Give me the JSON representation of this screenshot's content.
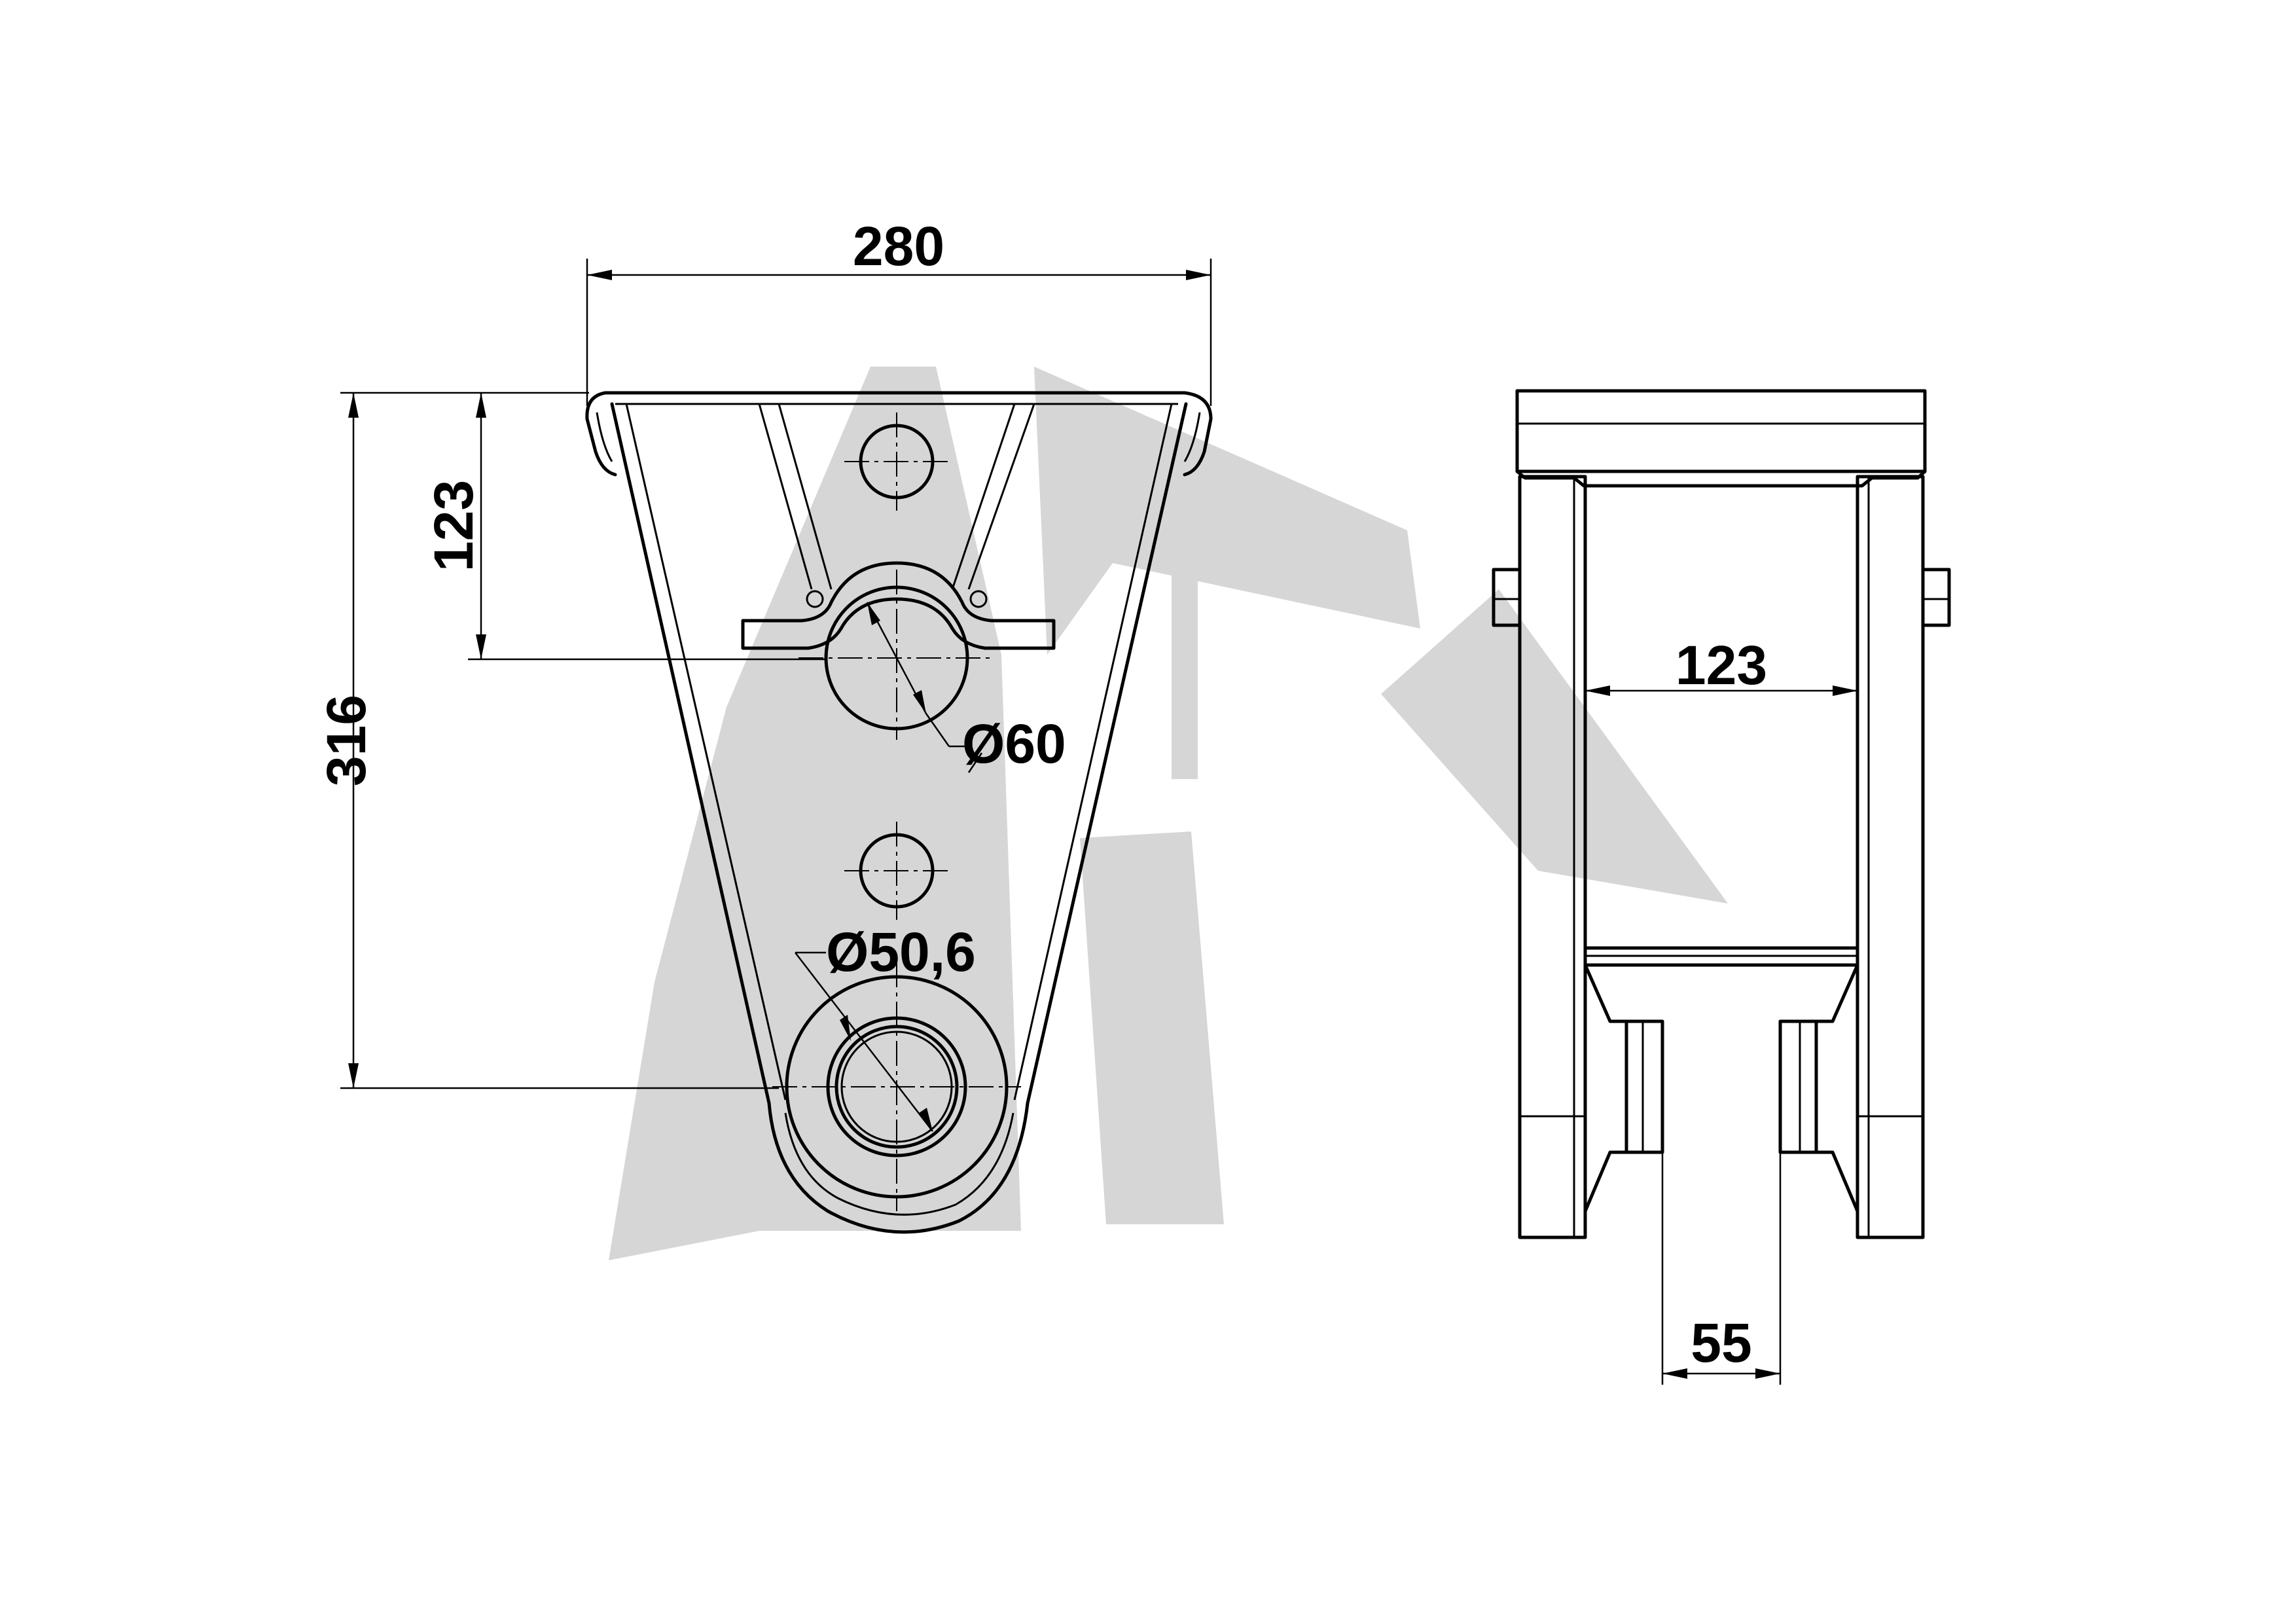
{
  "drawing": {
    "watermark": "watermark-logo",
    "colors": {
      "line": "#000000",
      "watermark": "#d6d6d6",
      "background": "#ffffff"
    },
    "front_view": {
      "width_label": "280",
      "height_label": "316",
      "upper_offset_label": "123",
      "upper_hole_label": "Ø60",
      "lower_hole_label": "Ø50,6"
    },
    "side_view": {
      "inner_width_label": "123",
      "boss_gap_label": "55"
    }
  }
}
